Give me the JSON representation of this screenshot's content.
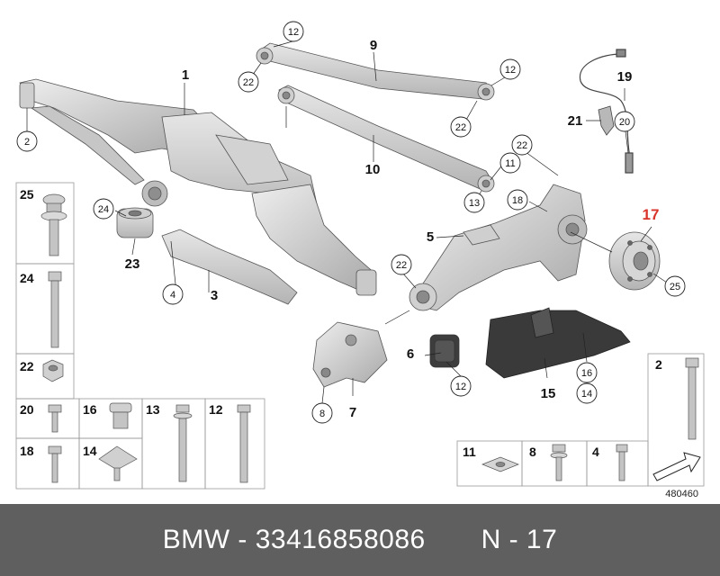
{
  "callouts": {
    "c1": "1",
    "c2": "2",
    "c3": "3",
    "c4": "4",
    "c5": "5",
    "c6": "6",
    "c7": "7",
    "c8": "8",
    "c9": "9",
    "c10": "10",
    "c11": "11",
    "c12a": "12",
    "c12b": "12",
    "c12c": "12",
    "c13": "13",
    "c14": "14",
    "c15": "15",
    "c16": "16",
    "c17": "17",
    "c18": "18",
    "c19": "19",
    "c20": "20",
    "c21": "21",
    "c22a": "22",
    "c22b": "22",
    "c22c": "22",
    "c22d": "22",
    "c23": "23",
    "c24": "24",
    "c25": "25"
  },
  "legend": {
    "l25": "25",
    "l24": "24",
    "l22": "22",
    "l20": "20",
    "l16": "16",
    "l13": "13",
    "l12": "12",
    "l18": "18",
    "l14": "14",
    "l11": "11",
    "l8": "8",
    "l4": "4",
    "l2": "2"
  },
  "drawing_number": "480460",
  "footer": {
    "text": "BMW - 33416858086       N - 17"
  },
  "colors": {
    "part": "#d8d8d8",
    "highlight": "#d9342b",
    "footer_bg": "#5f5f5f"
  }
}
